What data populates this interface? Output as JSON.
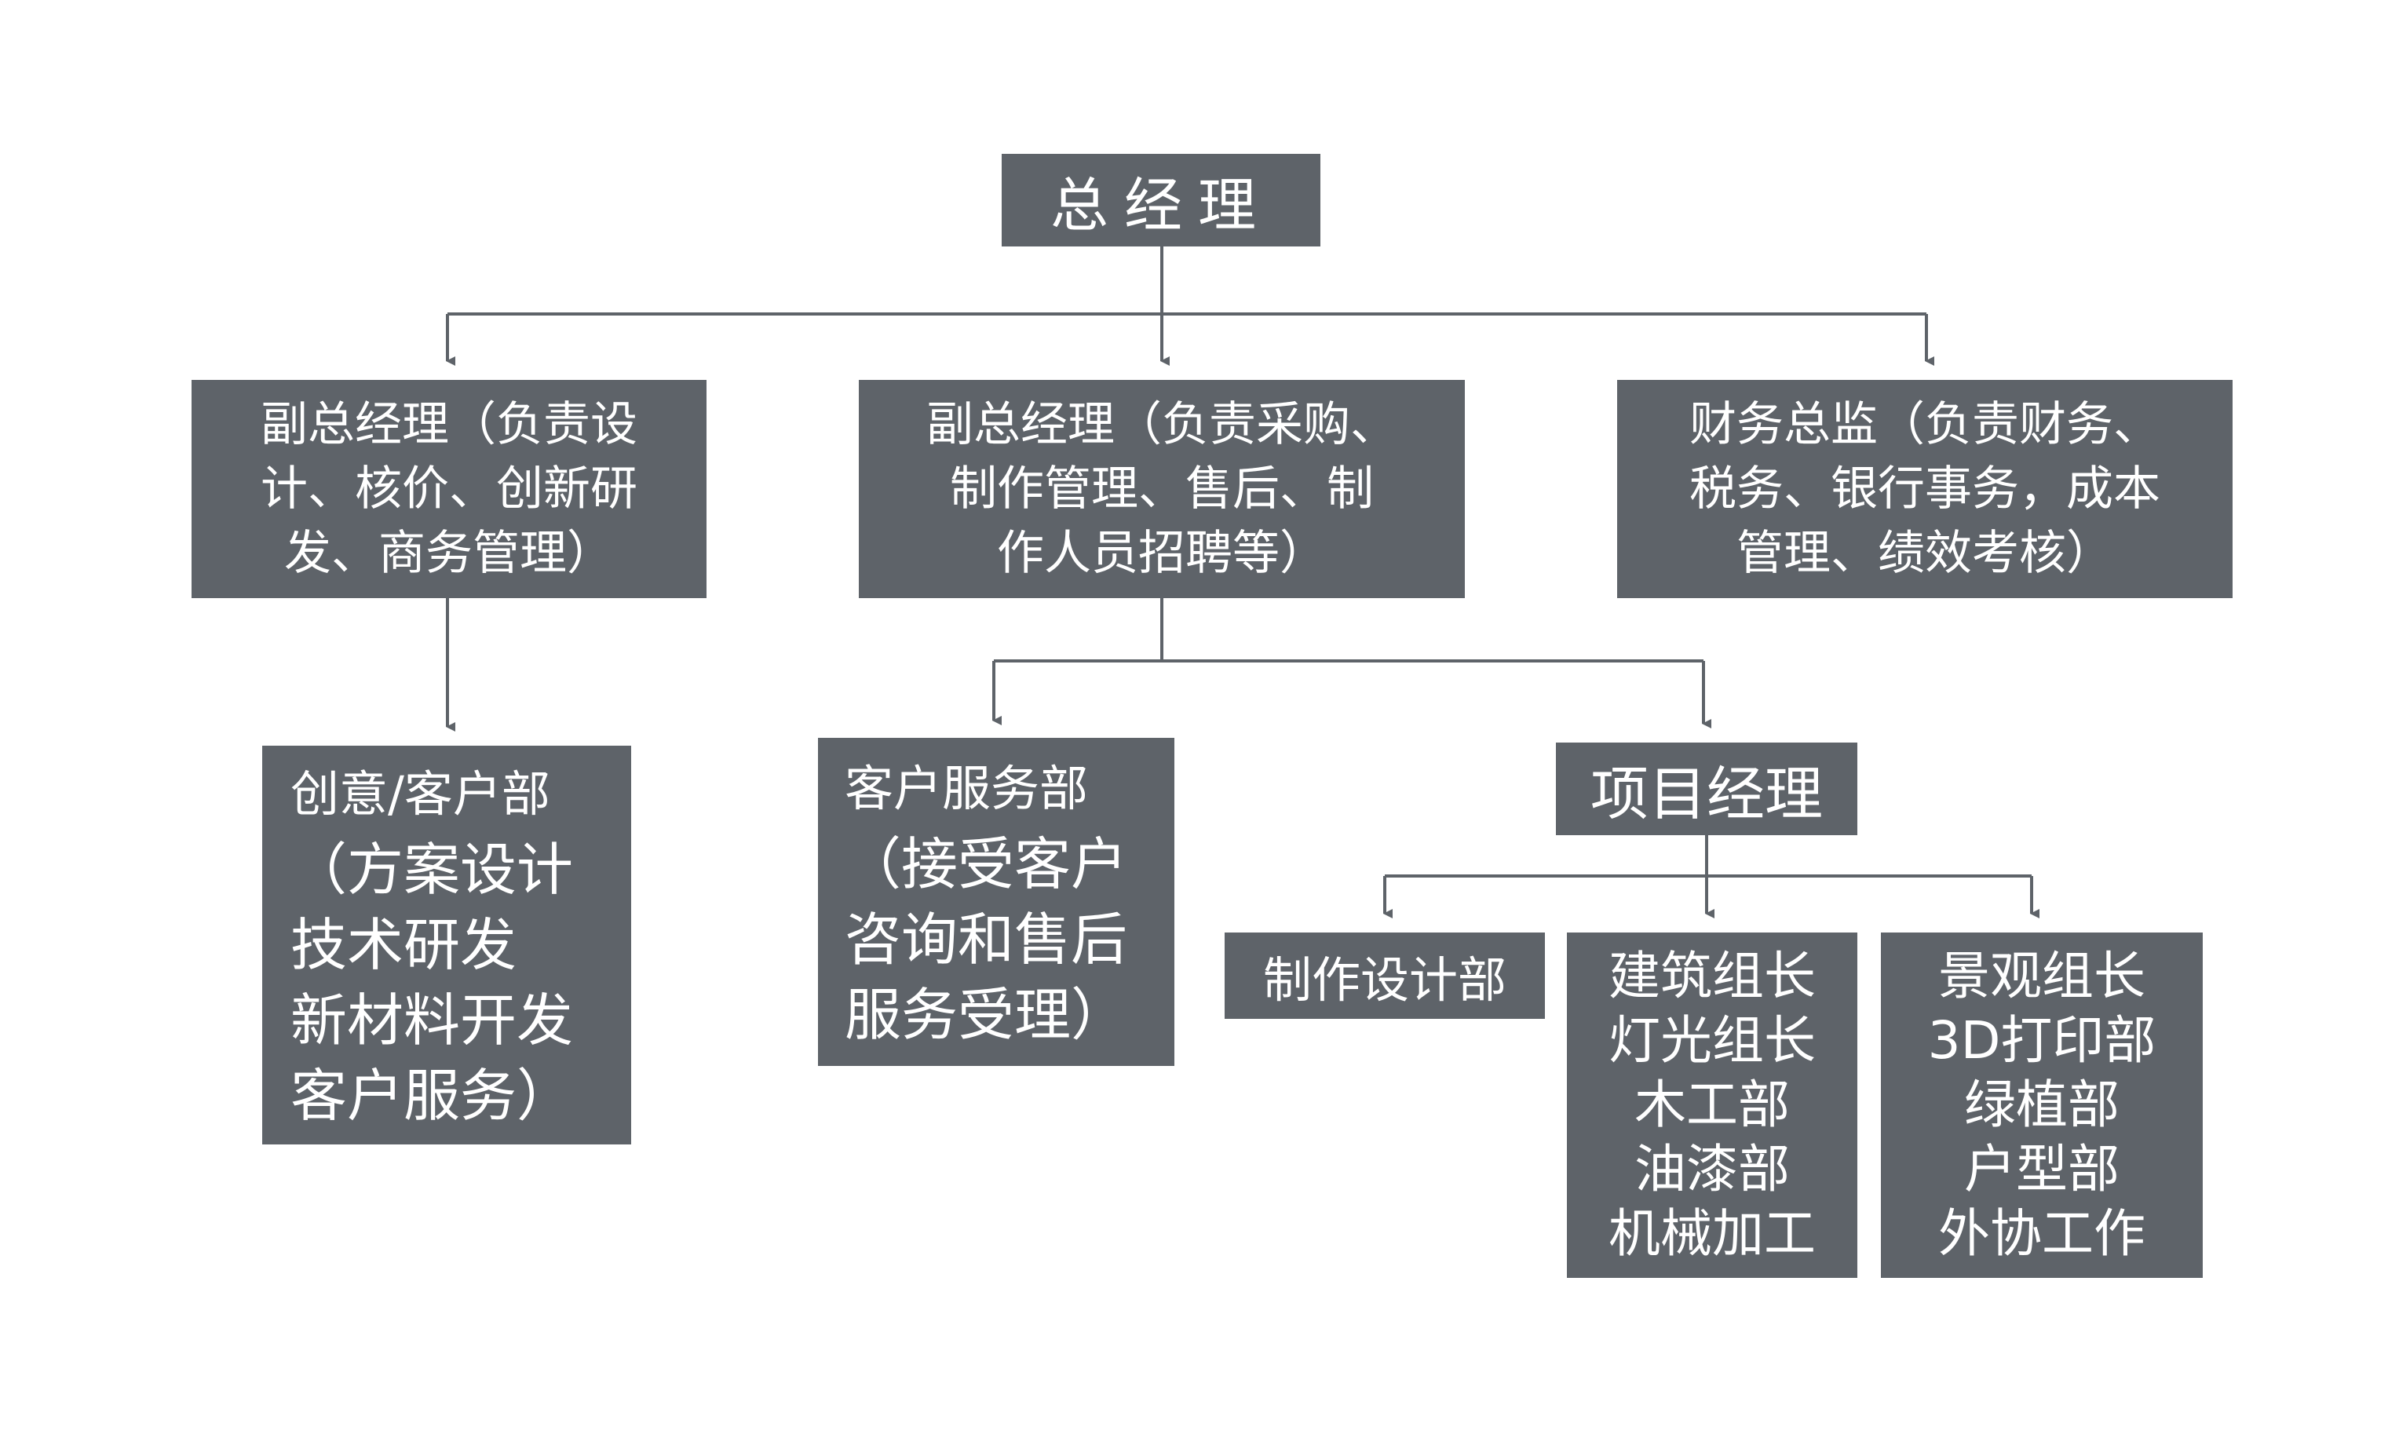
{
  "general_manager": {
    "label": "总经理"
  },
  "vp_design": {
    "lines": [
      "副总经理（负责设",
      "计、核价、创新研",
      "发、商务管理）"
    ]
  },
  "vp_production": {
    "lines": [
      "副总经理（负责采购、",
      "制作管理、售后、制",
      "作人员招聘等）"
    ]
  },
  "finance_director": {
    "lines": [
      "财务总监（负责财务、",
      "税务、银行事务，成本",
      "管理、绩效考核）"
    ]
  },
  "creative_dept": {
    "lines": [
      "创意/客户部",
      "（方案设计",
      "技术研发",
      "新材料开发",
      "客户服务）"
    ]
  },
  "customer_service": {
    "lines": [
      "客户服务部",
      "（接受客户",
      "咨询和售后",
      "服务受理）"
    ]
  },
  "project_manager": {
    "label": "项目经理"
  },
  "production_design": {
    "label": "制作设计部"
  },
  "team_a": {
    "lines": [
      "建筑组长",
      "灯光组长",
      "木工部",
      "油漆部",
      "机械加工"
    ]
  },
  "team_b": {
    "lines": [
      "景观组长",
      "3D打印部",
      "绿植部",
      "户型部",
      "外协工作"
    ]
  },
  "colors": {
    "box_fill": "#5e6369",
    "connector": "#5e6369",
    "text": "#ffffff"
  }
}
